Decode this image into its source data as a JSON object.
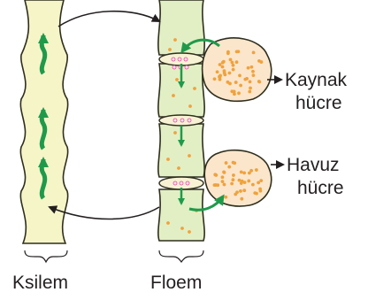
{
  "labels": {
    "kaynak_line1": "Kaynak",
    "kaynak_line2": "hücre",
    "havuz_line1": "Havuz",
    "havuz_line2": "hücre",
    "ksilem": "Ksilem",
    "floem": "Floem"
  },
  "colors": {
    "xylem_fill": "#f6f5c8",
    "tube_stroke": "#2f2f1e",
    "phloem_fill": "#e2efc4",
    "cell_fill": "#fbe6cc",
    "green_arrow": "#1f9a4b",
    "dot_orange": "#f0a23c",
    "dot_pink": "#e64aa0",
    "black_arrow": "#231f20"
  },
  "icons": {
    "green_arrow": "green-upward-arrow-icon",
    "flow_arrow": "curved-flow-arrow-icon"
  }
}
